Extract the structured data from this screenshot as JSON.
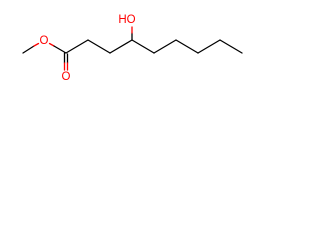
{
  "molecule": {
    "atoms": {
      "ester_oxygen": "O",
      "carbonyl_oxygen": "O",
      "hydroxyl": "HO"
    }
  },
  "colors": {
    "bond": "#000000",
    "heteroatom": "#ff0000",
    "background": "#ffffff"
  }
}
